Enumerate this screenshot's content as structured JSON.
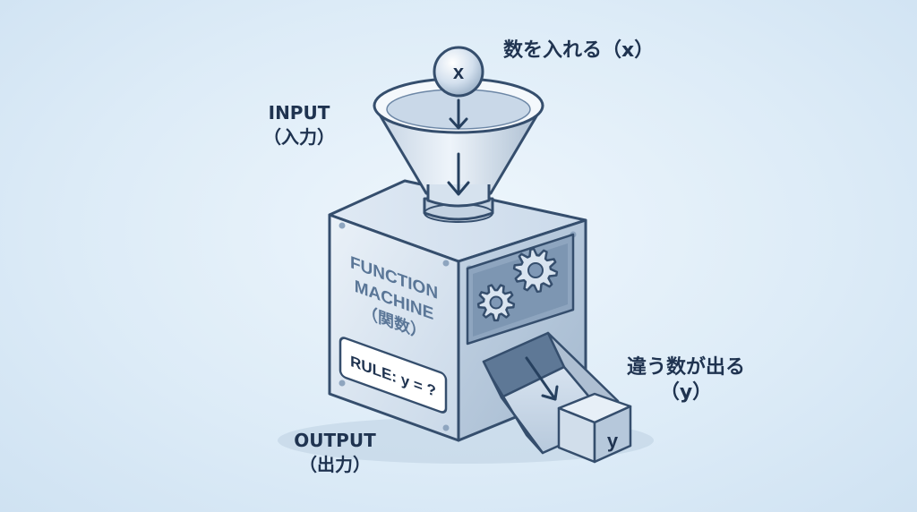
{
  "labels": {
    "input_en": "INPUT",
    "input_jp": "（入力）",
    "output_en": "OUTPUT",
    "output_jp": "（出力）",
    "put_number": "数を入れる（x）",
    "diff_number_line1": "違う数が出る",
    "diff_number_line2": "（y）"
  },
  "machine": {
    "title_line1": "FUNCTION",
    "title_line2": "MACHINE",
    "title_line3": "（関数）",
    "rule": "RULE: y = ?"
  },
  "ball": {
    "symbol": "x"
  },
  "cube": {
    "symbol": "y"
  },
  "colors": {
    "outline": "#354e6d",
    "metal_light": "#e3edf7",
    "metal_mid": "#c7d7e8",
    "metal_dark": "#9fb4ca",
    "text": "#1f3350"
  },
  "icons": [
    "gear-icon",
    "gear-icon",
    "arrow-down-icon",
    "arrow-down-icon",
    "arrow-down-icon"
  ]
}
